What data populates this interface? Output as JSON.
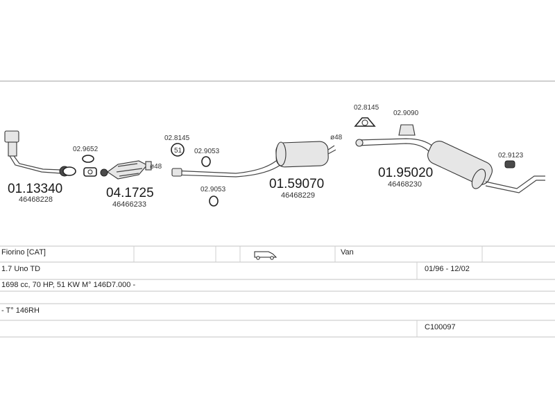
{
  "parts": [
    {
      "code": "01.13340",
      "ref": "46468228"
    },
    {
      "code": "04.1725",
      "ref": "46466233"
    },
    {
      "code": "01.59070",
      "ref": "46468229"
    },
    {
      "code": "01.95020",
      "ref": "46468230"
    }
  ],
  "accessories": {
    "a1": "02.9652",
    "a2": "02.8145",
    "a3": "02.9053",
    "a4": "02.9053",
    "a5": "02.8145",
    "a6": "02.9090",
    "a7": "02.9123"
  },
  "pipe_marks": {
    "m1": "ø48",
    "m2": "ø48",
    "clamp_label": "51"
  },
  "info_table": {
    "vehicle": "Fiorino  [CAT]",
    "body_type": "Van",
    "engine": "1.7 Uno TD",
    "period": "01/96 - 12/02",
    "specs": "1698 cc, 70 HP, 51 KW M° 146D7.000 -",
    "type_code": "- T° 146RH",
    "catalog_id": "C100097"
  }
}
